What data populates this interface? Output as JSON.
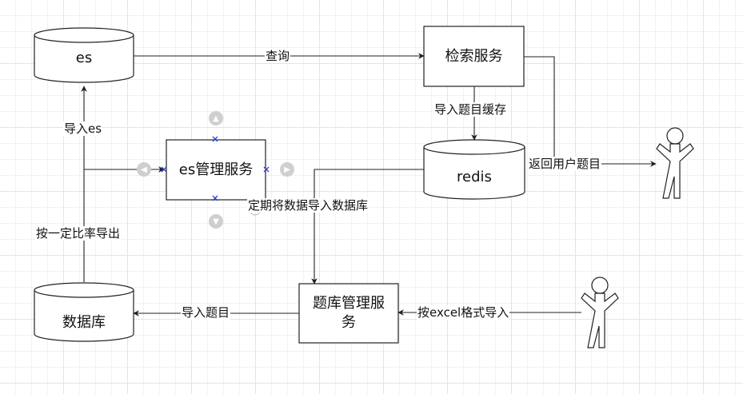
{
  "nodes": {
    "es": "es",
    "search_service": "检索服务",
    "redis": "redis",
    "es_mgmt": "es管理服务",
    "database": "数据库",
    "qbank_mgmt": "题库管理服\n务"
  },
  "edges": {
    "query": "查询",
    "import_cache": "导入题目缓存",
    "return_user": "返回用户题目",
    "import_es": "导入es",
    "export_ratio": "按一定比率导出",
    "periodic_import": "定期将数据导入数据库",
    "import_questions": "导入题目",
    "import_excel": "按excel格式导入"
  },
  "icons": {
    "user_top": "stick-figure-actor-icon",
    "user_bottom": "stick-figure-actor-icon",
    "selection_handles": "x-handle-icon",
    "connect_arrows": "blue-arrow-icon"
  },
  "colors": {
    "stroke": "#222222",
    "handle_blue": "#2f3fd0",
    "hover_gray": "#cfcfcf"
  }
}
